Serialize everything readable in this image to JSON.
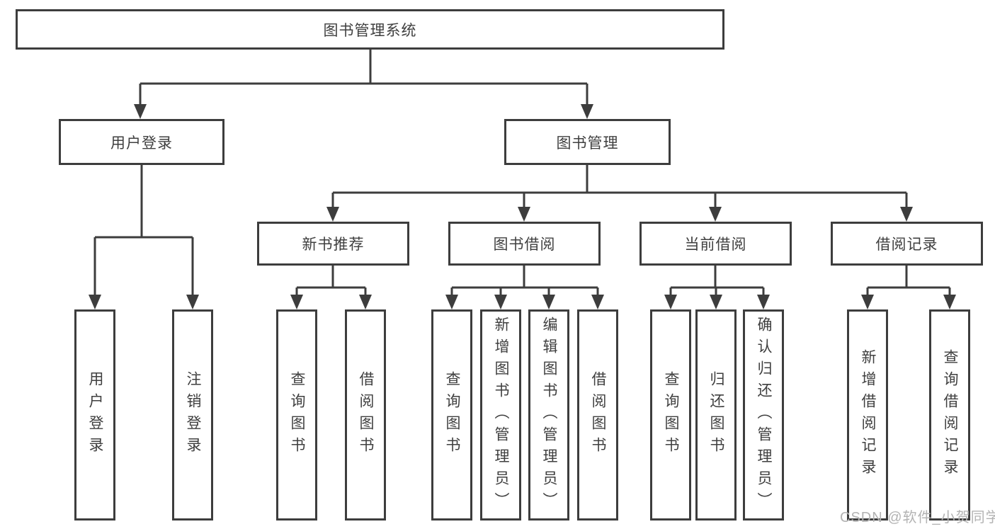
{
  "diagram": {
    "root": "图书管理系统",
    "level2": {
      "user_login": "用户登录",
      "book_management": "图书管理"
    },
    "level3": {
      "new_book_recommend": "新书推荐",
      "book_borrowing": "图书借阅",
      "current_borrowing": "当前借阅",
      "borrowing_records": "借阅记录"
    },
    "leaves": {
      "user_login": "用户登录",
      "logout_login": "注销登录",
      "recommend_query_books": "查询图书",
      "recommend_borrow_books": "借阅图书",
      "borrowing_query_books": "查询图书",
      "borrowing_add_books_admin": "新增图书（管理员）",
      "borrowing_edit_books_admin": "编辑图书（管理员）",
      "borrowing_borrow_books": "借阅图书",
      "current_query_books": "查询图书",
      "current_return_books": "归还图书",
      "current_confirm_return_admin": "确认归还（管理员）",
      "records_add_borrow_record": "新增借阅记录",
      "records_query_borrow_record": "查询借阅记录"
    },
    "colors": {
      "line": "#3d3d3d",
      "text": "#3f3f3f",
      "background": "#ffffff",
      "watermark": "#b3b3b3"
    },
    "watermark": "CSDN @软件_小贺同学"
  }
}
